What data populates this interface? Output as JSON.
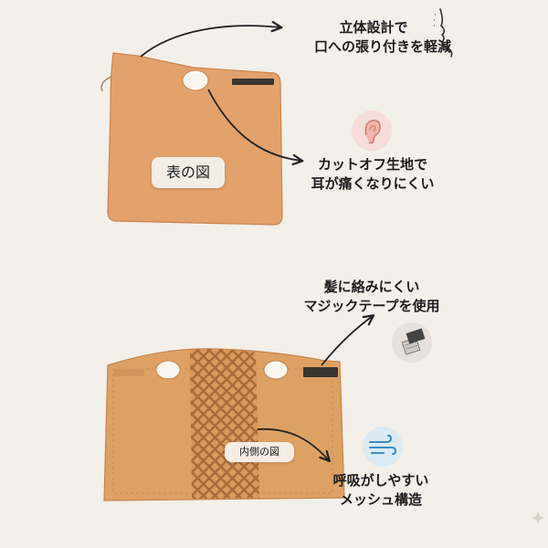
{
  "front": {
    "caption": "表の図",
    "callout_design": [
      "立体設計で",
      "口への張り付きを軽減"
    ],
    "callout_cutoff": [
      "カットオフ生地で",
      "耳が痛くなりにくい"
    ]
  },
  "inner": {
    "caption": "内側の図",
    "callout_velcro": [
      "髪に絡みにくい",
      "マジックテープを使用"
    ],
    "callout_mesh": [
      "呼吸がしやすい",
      "メッシュ構造"
    ]
  },
  "colors": {
    "background": "#f3efe9",
    "fabric": "#e3a26c",
    "fabric_inner": "#dea164",
    "mesh": "#b77a45",
    "velcro": "#3a3530",
    "icon_bubble": "#f6dcdb",
    "icon_bubble_blue": "#dbeaf3"
  },
  "icons": [
    "face-profile-icon",
    "ear-icon",
    "velcro-tape-icon",
    "wind-icon",
    "sparkle-icon"
  ]
}
